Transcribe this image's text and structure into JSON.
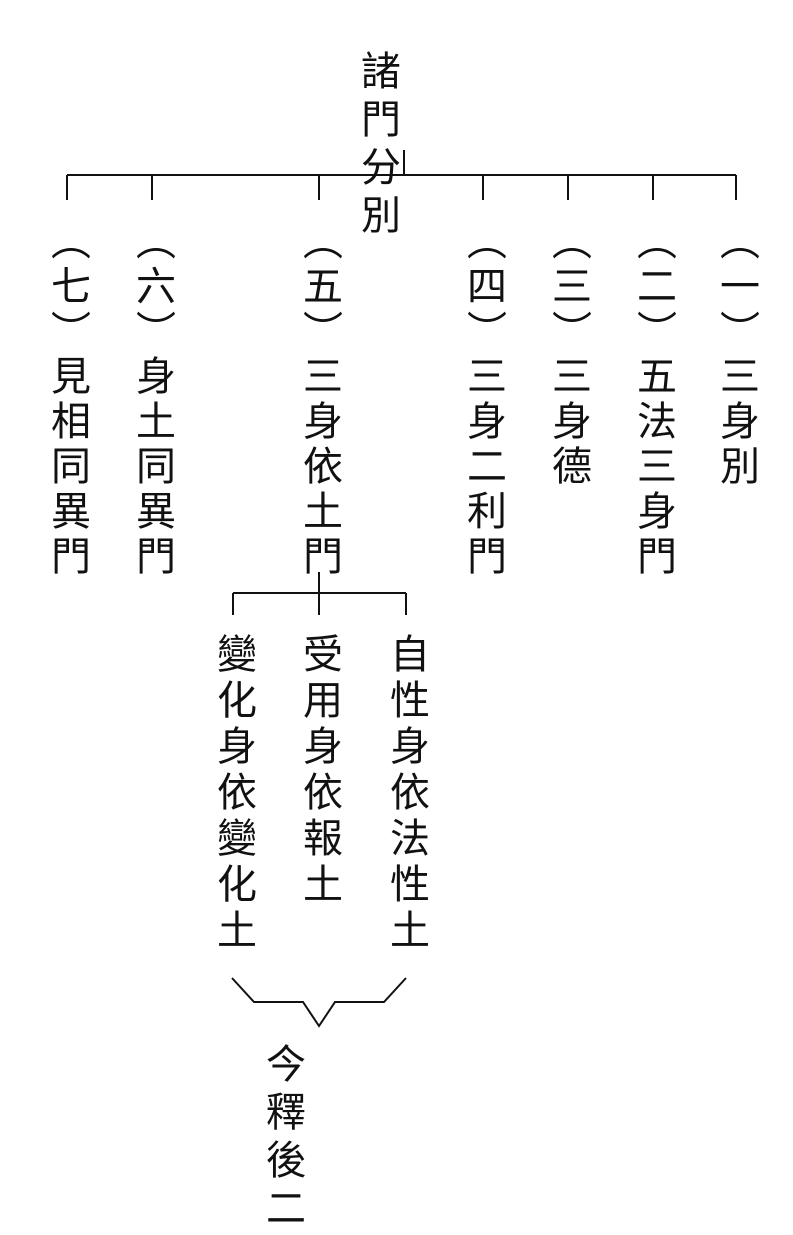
{
  "root": "諸門分別",
  "branches": [
    {
      "id": "one",
      "label": "（一）三身別"
    },
    {
      "id": "two",
      "label": "（二）五法三身門"
    },
    {
      "id": "three",
      "label": "（三）三身德"
    },
    {
      "id": "four",
      "label": "（四）三身二利門"
    },
    {
      "id": "five",
      "label": "（五）三身依土門"
    },
    {
      "id": "six",
      "label": "（六）身土同異門"
    },
    {
      "id": "seven",
      "label": "（七）見相同異門"
    }
  ],
  "sub_branches": [
    {
      "id": "dharma",
      "label": "自性身依法性土"
    },
    {
      "id": "reward",
      "label": "受用身依報土"
    },
    {
      "id": "transform",
      "label": "變化身依變化土"
    }
  ],
  "bottom": "今釋後二"
}
